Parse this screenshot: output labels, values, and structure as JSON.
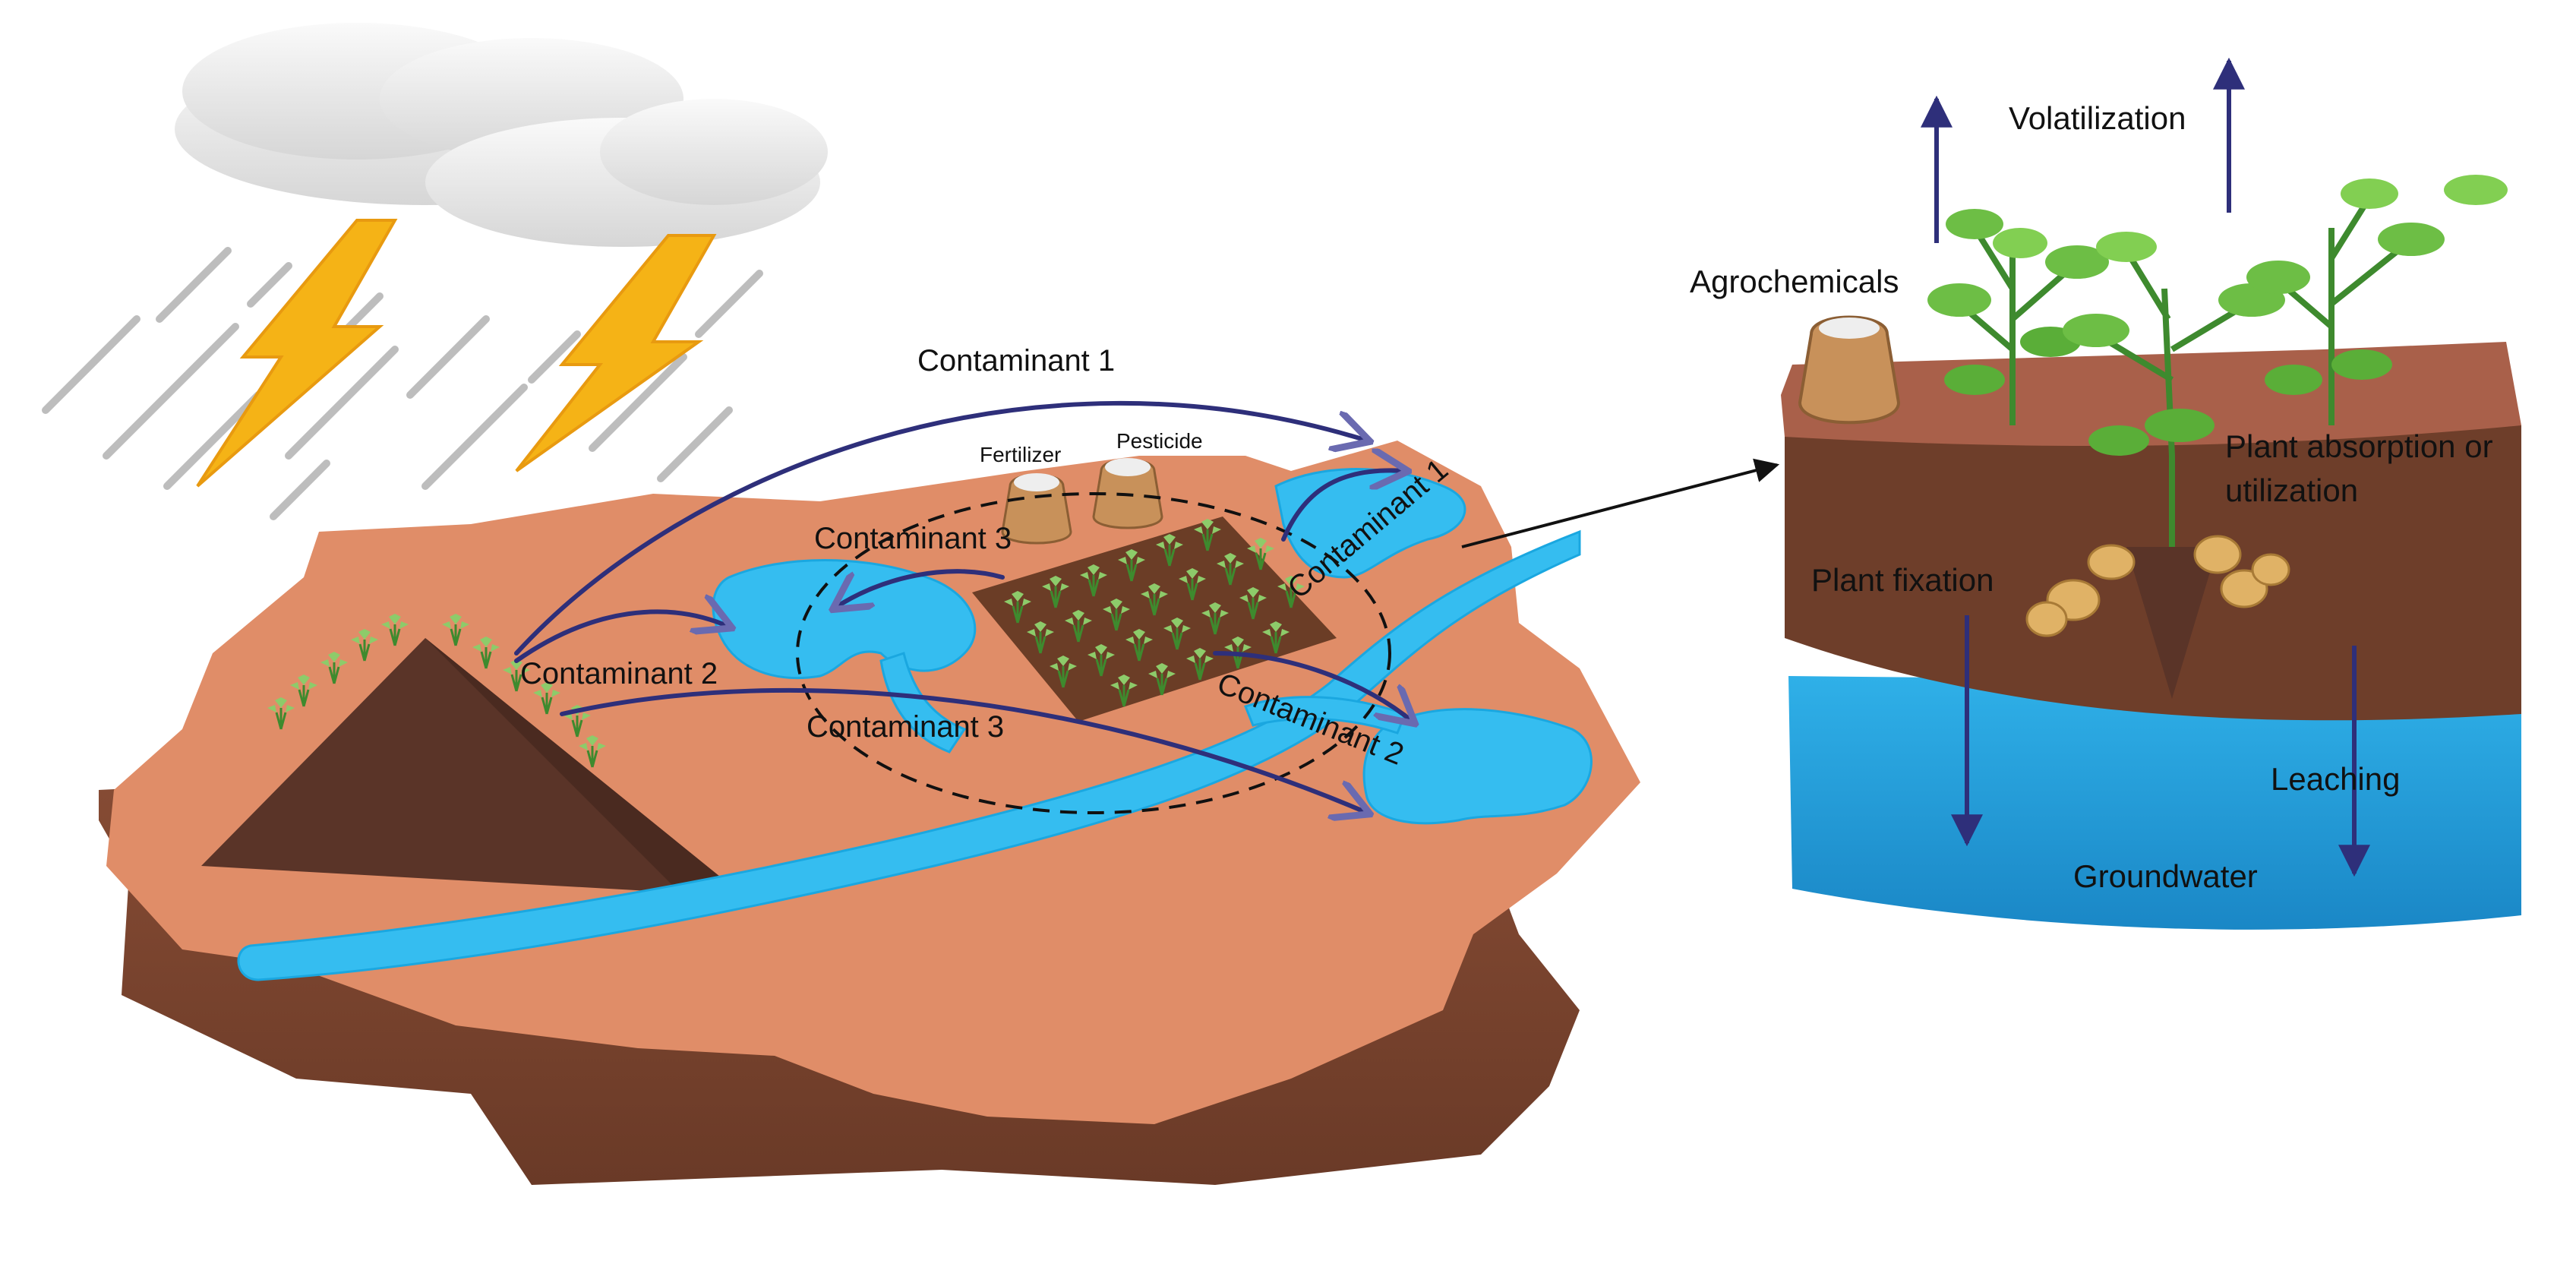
{
  "left_panel": {
    "labels": {
      "contaminant_1_top": "Contaminant 1",
      "contaminant_1_right": "Contaminant 1",
      "contaminant_2_left": "Contaminant 2",
      "contaminant_2_right": "Contaminant 2",
      "contaminant_3_upper": "Contaminant 3",
      "contaminant_3_lower": "Contaminant 3",
      "fertilizer": "Fertilizer",
      "pesticide": "Pesticide"
    }
  },
  "right_panel": {
    "labels": {
      "agrochemicals": "Agrochemicals",
      "volatilization": "Volatilization",
      "plant_absorption_line1": "Plant absorption or",
      "plant_absorption_line2": "utilization",
      "plant_fixation": "Plant fixation",
      "leaching": "Leaching",
      "groundwater": "Groundwater"
    }
  },
  "colors": {
    "soil_top": "#E08D68",
    "soil_side": "#7A4530",
    "water": "#35BDF0",
    "groundwater": "#1E9BD6",
    "hill": "#5A3428",
    "arrow_navy": "#2E2F7A",
    "lightning": "#F5B316",
    "rain": "#BDBDBD",
    "cloud": "#F0F0F0",
    "plant": "#4FA83A",
    "sack": "#C8915A"
  }
}
